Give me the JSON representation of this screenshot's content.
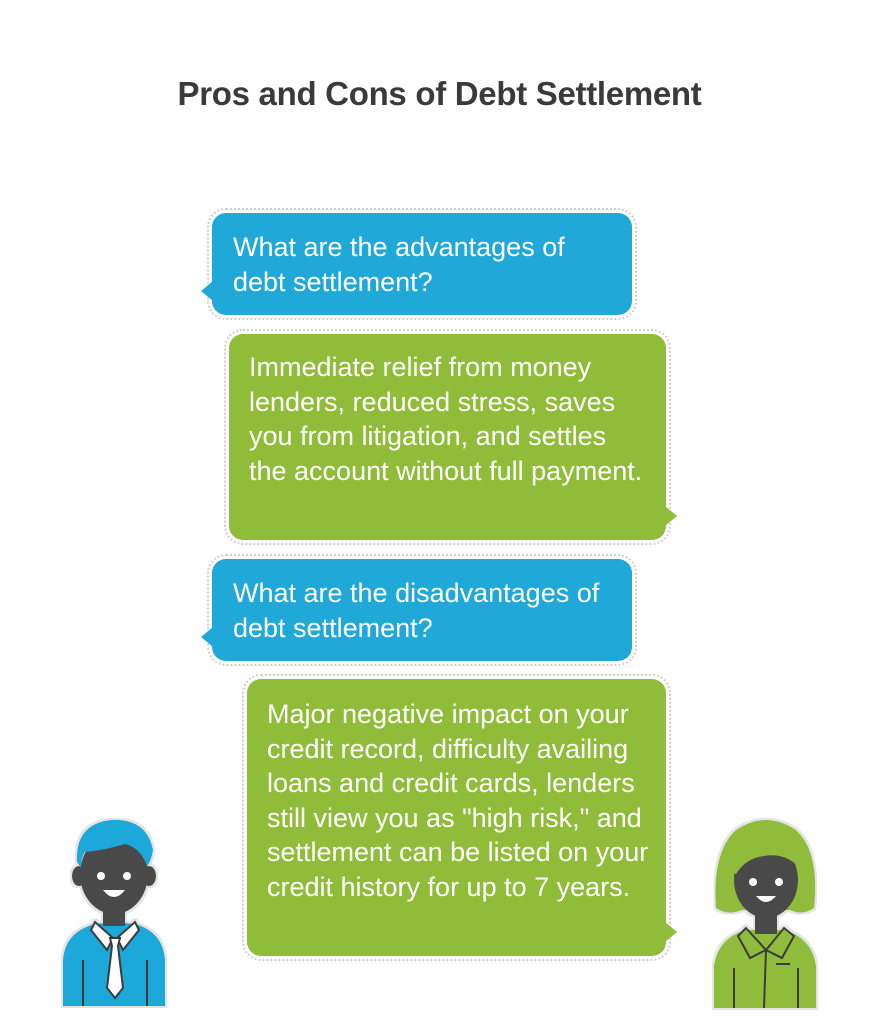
{
  "title": "Pros and Cons of Debt Settlement",
  "colors": {
    "question_bubble": "#1fa8d8",
    "answer_bubble": "#8fbd3a",
    "title_text": "#3a3a3a"
  },
  "conversation": [
    {
      "speaker": "man",
      "type": "question",
      "text": "What are the advantages of debt settlement?"
    },
    {
      "speaker": "woman",
      "type": "answer",
      "text": "Immediate relief from money lenders, reduced stress, saves you from litigation, and settles the account without full payment."
    },
    {
      "speaker": "man",
      "type": "question",
      "text": "What are the disadvantages of debt settlement?"
    },
    {
      "speaker": "woman",
      "type": "answer",
      "text": "Major negative impact on your credit record, difficulty availing loans and credit cards, lenders still view you as \"high risk,\" and settlement can be listed on your credit history for up to 7 years."
    }
  ],
  "icons": {
    "left_person": "man-avatar-icon",
    "right_person": "woman-avatar-icon"
  }
}
